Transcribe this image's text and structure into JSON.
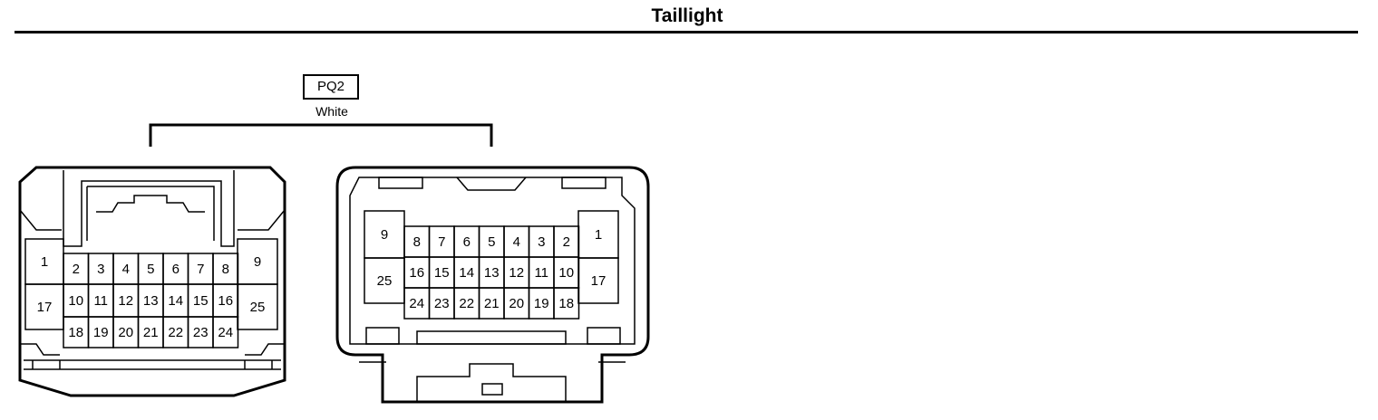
{
  "header": {
    "title": "Taillight"
  },
  "connector": {
    "code": "PQ2",
    "color": "White"
  },
  "left_pins": [
    {
      "n": "1"
    },
    {
      "n": "17"
    },
    {
      "n": "9"
    },
    {
      "n": "25"
    },
    {
      "n": "2"
    },
    {
      "n": "3"
    },
    {
      "n": "4"
    },
    {
      "n": "5"
    },
    {
      "n": "6"
    },
    {
      "n": "7"
    },
    {
      "n": "8"
    },
    {
      "n": "10"
    },
    {
      "n": "11"
    },
    {
      "n": "12"
    },
    {
      "n": "13"
    },
    {
      "n": "14"
    },
    {
      "n": "15"
    },
    {
      "n": "16"
    },
    {
      "n": "18"
    },
    {
      "n": "19"
    },
    {
      "n": "20"
    },
    {
      "n": "21"
    },
    {
      "n": "22"
    },
    {
      "n": "23"
    },
    {
      "n": "24"
    }
  ],
  "right_pins": [
    {
      "n": "9"
    },
    {
      "n": "25"
    },
    {
      "n": "1"
    },
    {
      "n": "17"
    },
    {
      "n": "8"
    },
    {
      "n": "7"
    },
    {
      "n": "6"
    },
    {
      "n": "5"
    },
    {
      "n": "4"
    },
    {
      "n": "3"
    },
    {
      "n": "2"
    },
    {
      "n": "16"
    },
    {
      "n": "15"
    },
    {
      "n": "14"
    },
    {
      "n": "13"
    },
    {
      "n": "12"
    },
    {
      "n": "11"
    },
    {
      "n": "10"
    },
    {
      "n": "24"
    },
    {
      "n": "23"
    },
    {
      "n": "22"
    },
    {
      "n": "21"
    },
    {
      "n": "20"
    },
    {
      "n": "19"
    },
    {
      "n": "18"
    }
  ]
}
